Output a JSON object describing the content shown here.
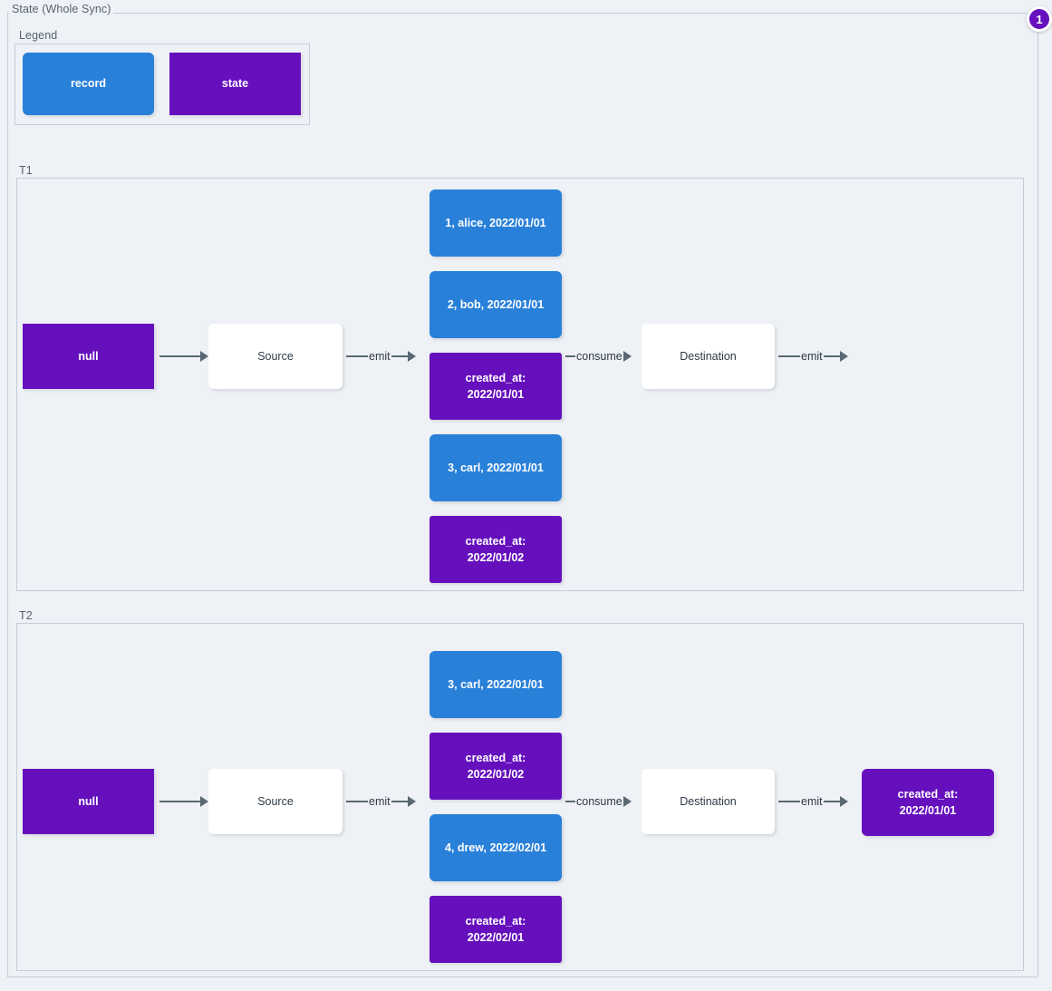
{
  "diagram": {
    "title": "State (Whole Sync)",
    "badge": "1"
  },
  "legend": {
    "title": "Legend",
    "items": [
      {
        "label": "record",
        "color": "#2980d9"
      },
      {
        "label": "state",
        "color": "#6610bd"
      }
    ]
  },
  "sections": [
    {
      "title": "T1",
      "nodes": {
        "initial_state": "null",
        "source": "Source",
        "destination": "Destination"
      },
      "stack": [
        {
          "label": "1, alice, 2022/01/01",
          "type": "record"
        },
        {
          "label": "2, bob, 2022/01/01",
          "type": "record"
        },
        {
          "label": "created_at:\n2022/01/01",
          "type": "state"
        },
        {
          "label": "3, carl, 2022/01/01",
          "type": "record"
        },
        {
          "label": "created_at:\n2022/01/02",
          "type": "state"
        }
      ],
      "edges": {
        "state_to_source": "",
        "source_to_stack": "emit",
        "stack_to_destination": "consume",
        "destination_out": "emit"
      },
      "output": null
    },
    {
      "title": "T2",
      "nodes": {
        "initial_state": "null",
        "source": "Source",
        "destination": "Destination"
      },
      "stack": [
        {
          "label": "3, carl, 2022/01/01",
          "type": "record"
        },
        {
          "label": "created_at:\n2022/01/02",
          "type": "state"
        },
        {
          "label": "4, drew, 2022/02/01",
          "type": "record"
        },
        {
          "label": "created_at:\n2022/02/01",
          "type": "state"
        }
      ],
      "edges": {
        "state_to_source": "",
        "source_to_stack": "emit",
        "stack_to_destination": "consume",
        "destination_out": "emit"
      },
      "output": "created_at:\n2022/01/01"
    }
  ],
  "colors": {
    "record": "#2980d9",
    "state": "#6610bd",
    "background": "#eef1f5",
    "frame_border": "#c3ced9",
    "edge": "#5a6872",
    "title_text": "#56646f"
  }
}
